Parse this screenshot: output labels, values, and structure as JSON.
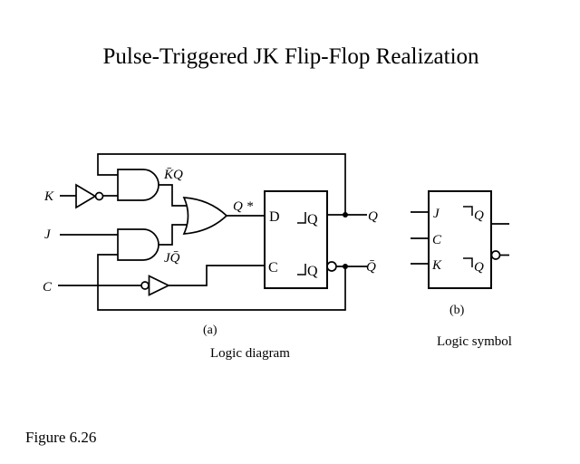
{
  "title": "Pulse-Triggered JK Flip-Flop Realization",
  "figure_label": "Figure 6.26",
  "logic_diagram": {
    "caption_letter": "(a)",
    "caption": "Logic diagram",
    "input_k": "K",
    "input_j": "J",
    "input_c": "C",
    "and_top_label": "K̄Q",
    "and_bottom_label": "JQ̄",
    "next_state_label": "Q *",
    "dff_d_label": "D",
    "dff_c_label": "C",
    "dff_q_top_label": "Q",
    "dff_q_bottom_label": "Q",
    "output_q": "Q",
    "output_q_bar": "Q̄"
  },
  "logic_symbol": {
    "caption_letter": "(b)",
    "caption": "Logic symbol",
    "input_j": "J",
    "input_c": "C",
    "input_k": "K",
    "output_q_top": "Q",
    "output_q_bottom": "Q"
  }
}
